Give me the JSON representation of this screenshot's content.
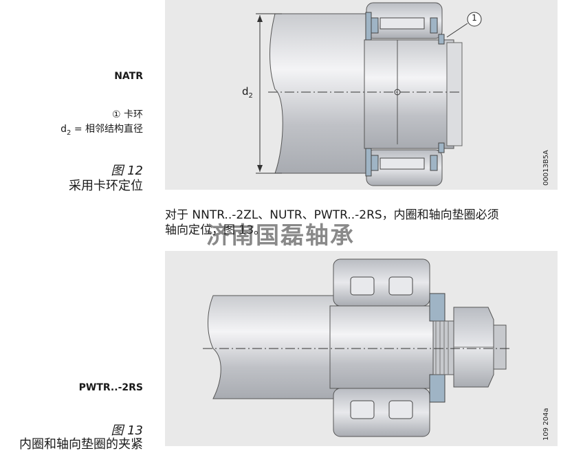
{
  "top_figure": {
    "side_label": "NATR",
    "legend_line1_marker": "①",
    "legend_line1_text": "卡环",
    "legend_line2_symbol": "d",
    "legend_line2_sub": "2",
    "legend_line2_text": "= 相邻结构直径",
    "figure_number": "图 12",
    "figure_caption": "采用卡环定位",
    "drawing_code": "00013B5A",
    "callout_number": "1",
    "dimension_symbol": "d",
    "dimension_sub": "2"
  },
  "paragraph": {
    "line1": "对于 NNTR..-2ZL、NUTR、PWTR..-2RS，内圈和轴向垫圈必须",
    "line2": "轴向定位，图 13。"
  },
  "watermark": "济南国磊轴承",
  "bottom_figure": {
    "side_label": "PWTR..-2RS",
    "figure_number": "图 13",
    "figure_caption": "内圈和轴向垫圈的夹紧",
    "drawing_code": "109 204a"
  }
}
